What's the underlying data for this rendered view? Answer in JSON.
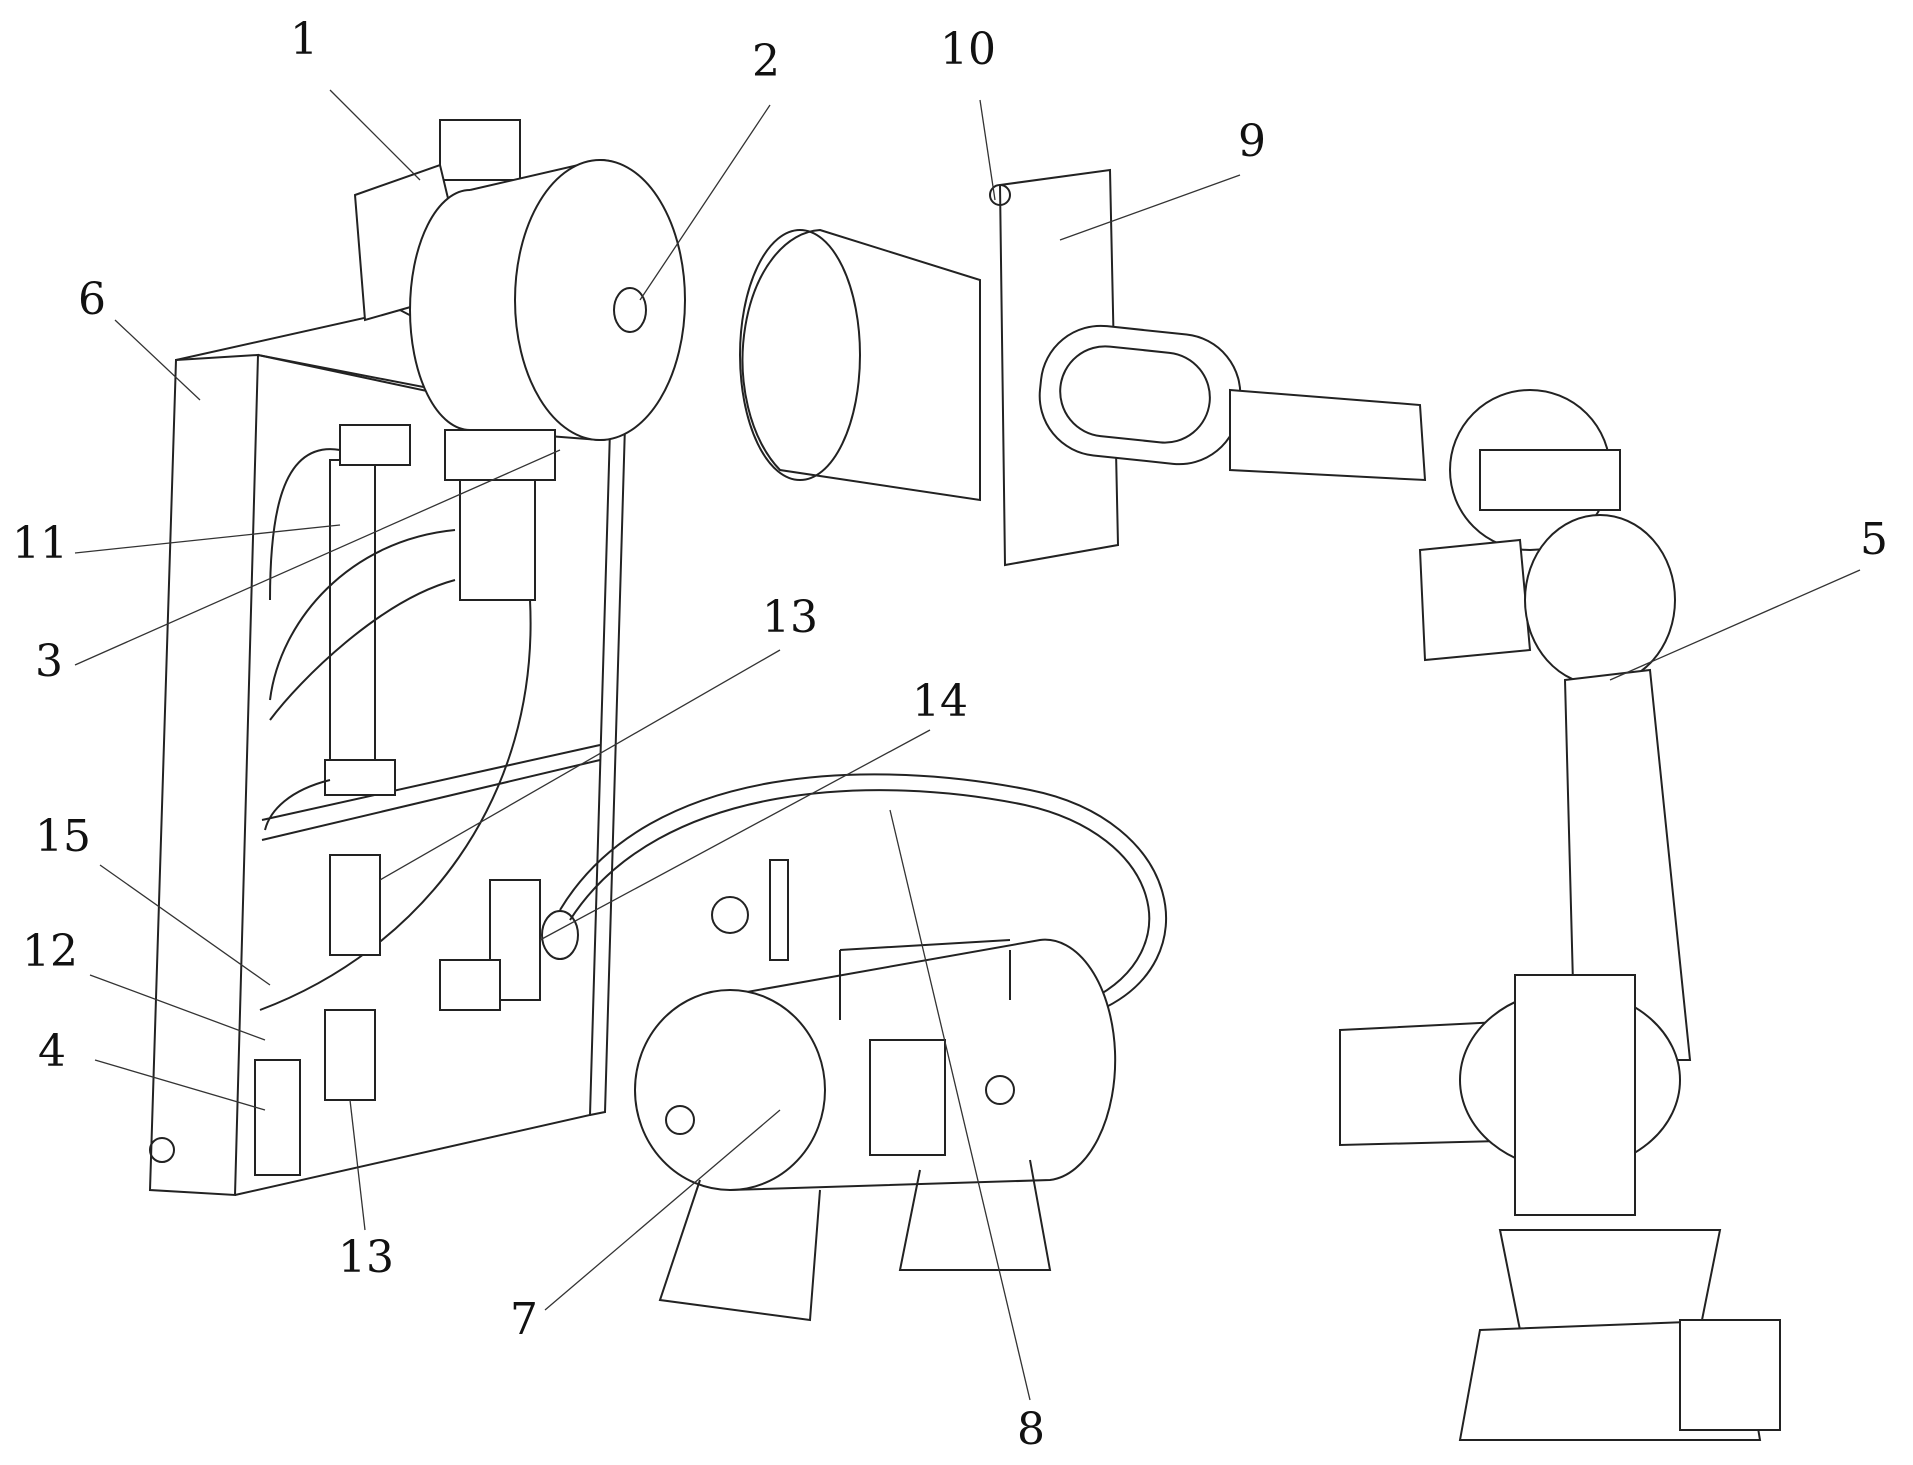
{
  "figure": {
    "labels": [
      {
        "id": "label-1",
        "text": "1"
      },
      {
        "id": "label-2",
        "text": "2"
      },
      {
        "id": "label-10",
        "text": "10"
      },
      {
        "id": "label-9",
        "text": "9"
      },
      {
        "id": "label-6",
        "text": "6"
      },
      {
        "id": "label-11",
        "text": "11"
      },
      {
        "id": "label-3",
        "text": "3"
      },
      {
        "id": "label-13a",
        "text": "13"
      },
      {
        "id": "label-14",
        "text": "14"
      },
      {
        "id": "label-5",
        "text": "5"
      },
      {
        "id": "label-15",
        "text": "15"
      },
      {
        "id": "label-12",
        "text": "12"
      },
      {
        "id": "label-4",
        "text": "4"
      },
      {
        "id": "label-13b",
        "text": "13"
      },
      {
        "id": "label-7",
        "text": "7"
      },
      {
        "id": "label-8",
        "text": "8"
      }
    ]
  }
}
